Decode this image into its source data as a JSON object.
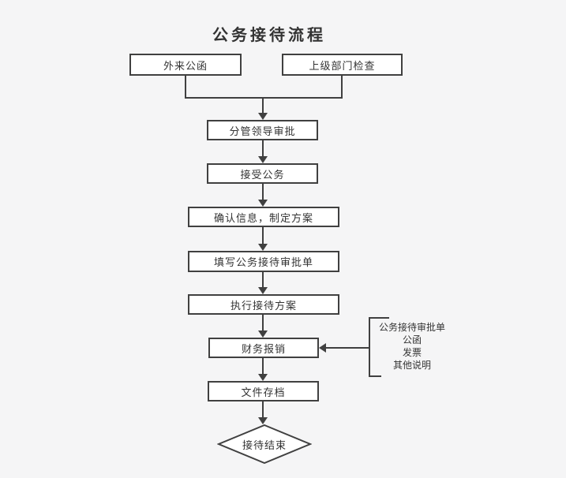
{
  "title": "公务接待流程",
  "flow": {
    "sources": [
      {
        "label": "外来公函"
      },
      {
        "label": "上级部门检查"
      }
    ],
    "steps": [
      {
        "label": "分管领导审批"
      },
      {
        "label": "接受公务"
      },
      {
        "label": "确认信息，制定方案"
      },
      {
        "label": "填写公务接待审批单"
      },
      {
        "label": "执行接待方案"
      },
      {
        "label": "财务报销"
      },
      {
        "label": "文件存档"
      }
    ],
    "end": {
      "label": "接待结束"
    }
  },
  "annotation": {
    "lines": [
      "公务接待审批单",
      "公函",
      "发票",
      "其他说明"
    ]
  },
  "colors": {
    "background": "#f5f5f6",
    "stroke": "#404040",
    "node_fill": "#ffffff",
    "text": "#333333"
  }
}
